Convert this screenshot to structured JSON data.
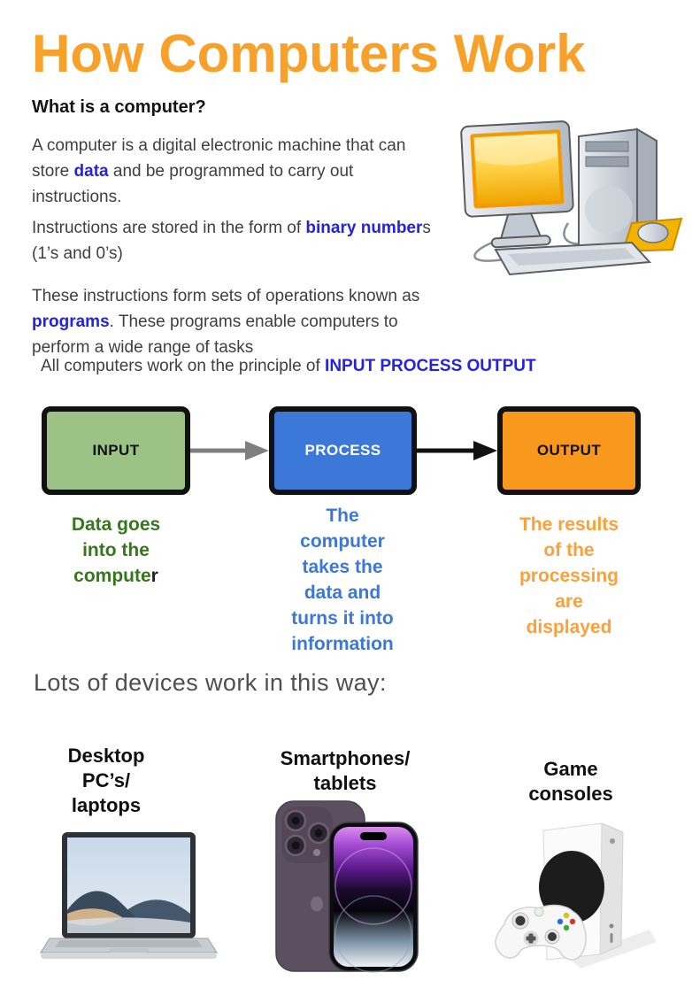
{
  "page": {
    "title": "How Computers Work",
    "section_heading": "What is a computer?",
    "devices_heading": "Lots of devices work in this way:"
  },
  "intro": {
    "p1_line1": "A computer is a digital electronic machine that can",
    "p1_line2_pre": "store ",
    "p1_line2_highlight": "data",
    "p1_line2_post": " and be programmed to carry out",
    "p1_line3": "instructions.",
    "p2_line1_pre": "Instructions are stored in the form of ",
    "p2_line1_highlight": "binary number",
    "p2_line1_post": "s",
    "p2_line2": "(1’s and 0’s)",
    "p3_line1": "These instructions form sets of operations known as",
    "p3_line2_highlight": "programs",
    "p3_line2_post": ". These programs enable computers to",
    "p3_line3": "perform a wide range of tasks",
    "principle_pre": "All computers work on the principle of ",
    "principle_highlight": "INPUT PROCESS OUTPUT"
  },
  "flow": {
    "boxes": [
      {
        "label": "INPUT",
        "fill": "#9cc285",
        "caption": "Data goes into the compute",
        "caption_tail": "r",
        "caption_color": "#38761d"
      },
      {
        "label": "PROCESS",
        "fill": "#3c78d8",
        "caption": "The computer takes the data and turns it into information",
        "caption_tail": "",
        "caption_color": "#3c78d8"
      },
      {
        "label": "OUTPUT",
        "fill": "#f8991d",
        "caption": "The results of the processing are displayed",
        "caption_tail": "",
        "caption_color": "#f9a13c"
      }
    ],
    "arrow1_color": "#7f7f7f",
    "arrow2_color": "#111111"
  },
  "devices": [
    {
      "lines": [
        "Desktop",
        "PC’s/",
        "laptops"
      ],
      "icon": "laptop-image"
    },
    {
      "lines": [
        "Smartphones/",
        "tablets"
      ],
      "icon": "smartphone-image"
    },
    {
      "lines": [
        "Game",
        "consoles"
      ],
      "icon": "game-console-image"
    }
  ],
  "images": {
    "header_illustration": "desktop-computer-image"
  },
  "colors": {
    "title": "#f7a12b",
    "highlight_blue": "#2323e0",
    "body_text": "#3f3f3f"
  }
}
